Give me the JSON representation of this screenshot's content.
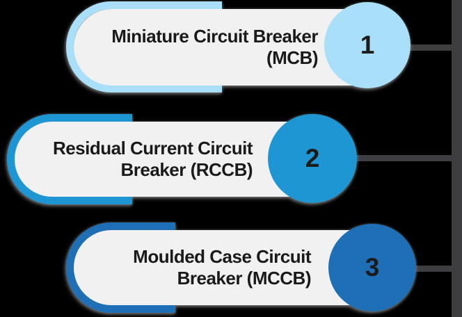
{
  "background": "#000000",
  "colors": {
    "connector": "#3E3E40",
    "pill": "#F1F1F2",
    "text": "#1A1A1A"
  },
  "items": [
    {
      "number": "1",
      "line1": "Miniature Circuit Breaker",
      "line2": "(MCB)",
      "accent": "#A9DFF8"
    },
    {
      "number": "2",
      "line1": "Residual Current Circuit",
      "line2": "Breaker (RCCB)",
      "accent": "#1E96D3"
    },
    {
      "number": "3",
      "line1": "Moulded Case Circuit",
      "line2": "Breaker (MCCB)",
      "accent": "#1E6FB5"
    }
  ]
}
